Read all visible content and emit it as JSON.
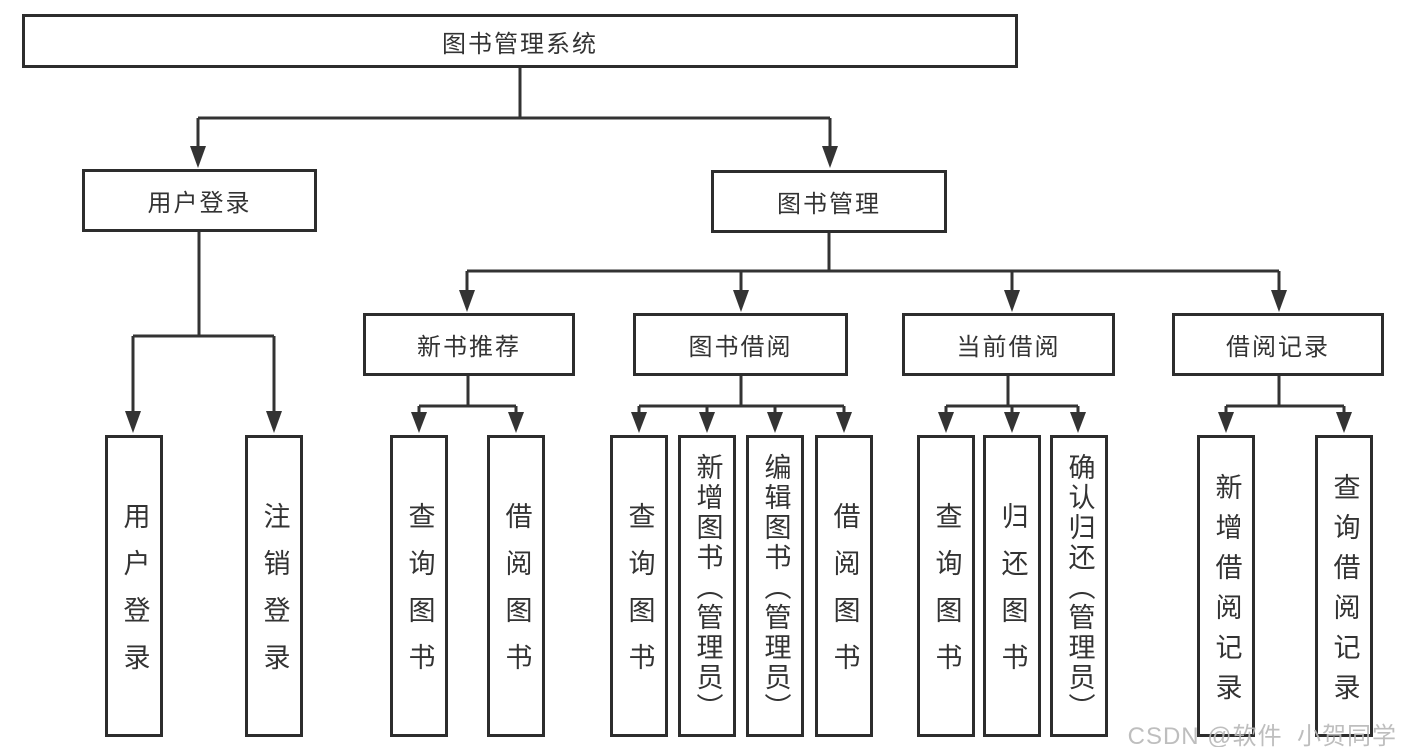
{
  "tree": {
    "label": "图书管理系统",
    "children": [
      {
        "label": "用户登录",
        "children": [
          {
            "label": "用户登录"
          },
          {
            "label": "注销登录"
          }
        ]
      },
      {
        "label": "图书管理",
        "children": [
          {
            "label": "新书推荐",
            "children": [
              {
                "label": "查询图书"
              },
              {
                "label": "借阅图书"
              }
            ]
          },
          {
            "label": "图书借阅",
            "children": [
              {
                "label": "查询图书"
              },
              {
                "label": "新增图书（管理员）"
              },
              {
                "label": "编辑图书（管理员）"
              },
              {
                "label": "借阅图书"
              }
            ]
          },
          {
            "label": "当前借阅",
            "children": [
              {
                "label": "查询图书"
              },
              {
                "label": "归还图书"
              },
              {
                "label": "确认归还（管理员）"
              }
            ]
          },
          {
            "label": "借阅记录",
            "children": [
              {
                "label": "新增借阅记录"
              },
              {
                "label": "查询借阅记录"
              }
            ]
          }
        ]
      }
    ]
  },
  "watermark": {
    "text": "CSDN @软件_小贺同学"
  },
  "colors": {
    "line": "#333333",
    "box_border": "#2d2d2d",
    "text": "#333333",
    "background": "#ffffff",
    "watermark": "#b9b9b9"
  }
}
